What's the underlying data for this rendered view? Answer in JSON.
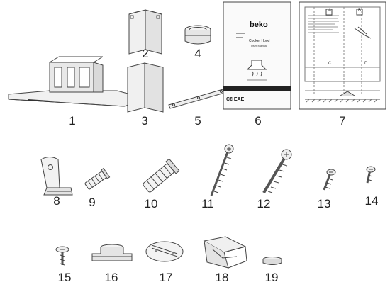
{
  "parts": [
    {
      "number": "1",
      "name": "cooker-hood"
    },
    {
      "number": "2",
      "name": "upper-chimney"
    },
    {
      "number": "3",
      "name": "lower-chimney"
    },
    {
      "number": "4",
      "name": "air-outlet-ring"
    },
    {
      "number": "5",
      "name": "chimney-bracket"
    },
    {
      "number": "6",
      "name": "user-manual"
    },
    {
      "number": "7",
      "name": "mounting-template"
    },
    {
      "number": "8",
      "name": "wall-hook"
    },
    {
      "number": "9",
      "name": "small-wall-plug"
    },
    {
      "number": "10",
      "name": "large-wall-plug"
    },
    {
      "number": "11",
      "name": "long-screw"
    },
    {
      "number": "12",
      "name": "long-screw-large"
    },
    {
      "number": "13",
      "name": "medium-screw"
    },
    {
      "number": "14",
      "name": "short-screw"
    },
    {
      "number": "15",
      "name": "flange-screw"
    },
    {
      "number": "16",
      "name": "damper-flap"
    },
    {
      "number": "17",
      "name": "mounting-plate"
    },
    {
      "number": "18",
      "name": "bracket-clamp"
    },
    {
      "number": "19",
      "name": "cap"
    }
  ],
  "manual": {
    "brand": "beko",
    "title": "Cooker Hood",
    "subtitle": "User Manual",
    "marks": "C€ EAE"
  },
  "template_marks": [
    "A",
    "B",
    "C",
    "D"
  ]
}
